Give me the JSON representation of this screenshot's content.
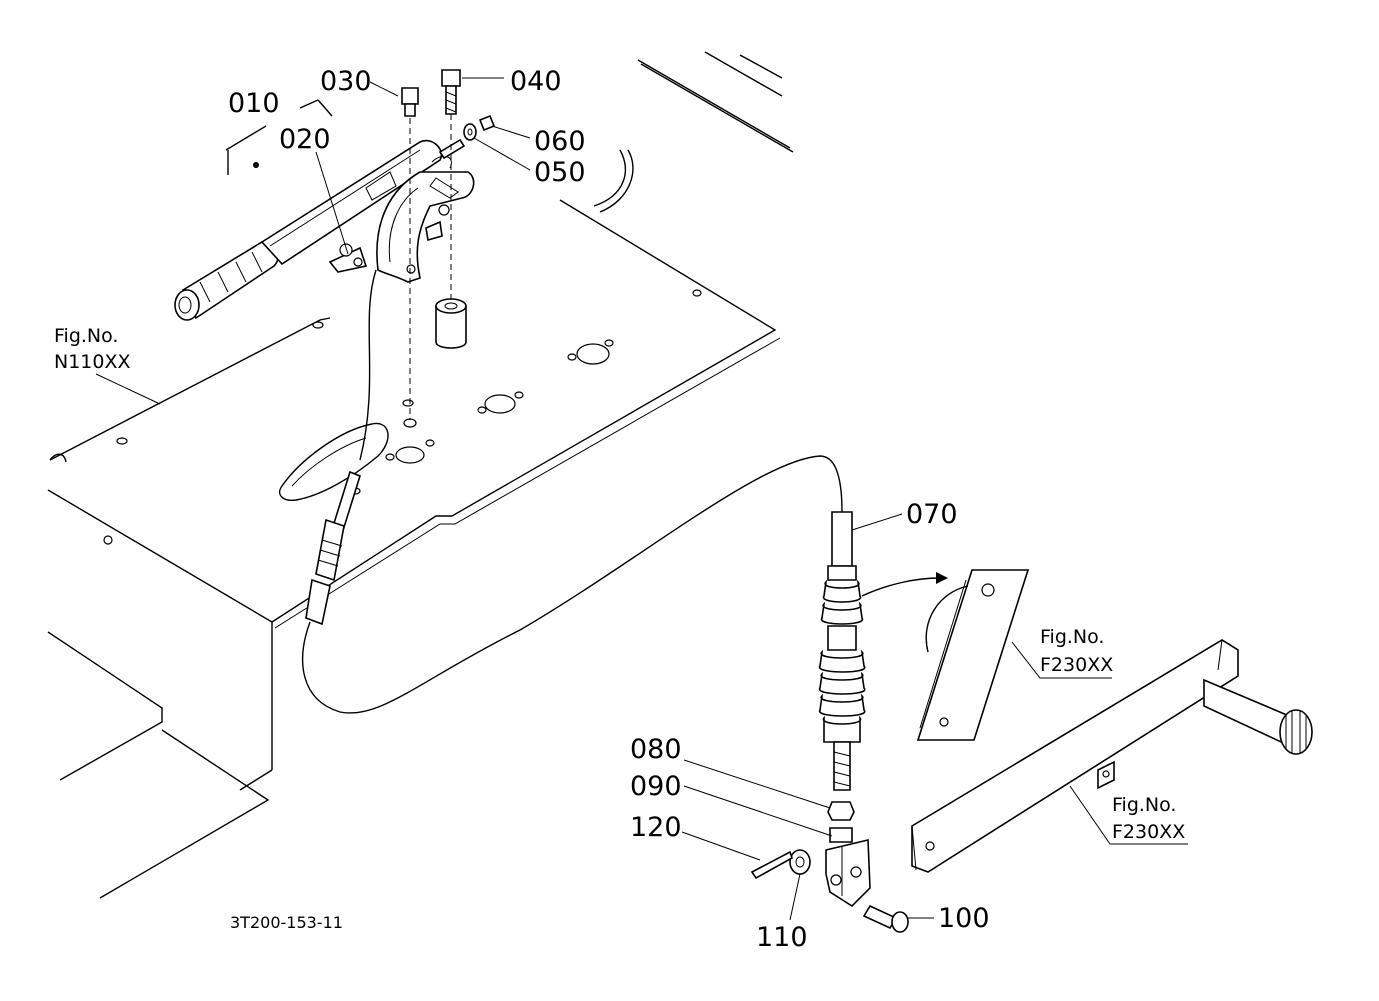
{
  "labels": {
    "p010": "010",
    "p020": "020",
    "p030": "030",
    "p040": "040",
    "p050": "050",
    "p060": "060",
    "p070": "070",
    "p080": "080",
    "p090": "090",
    "p100": "100",
    "p110": "110",
    "p120": "120"
  },
  "figure_refs": {
    "top_left": {
      "line1": "Fig.No.",
      "line2": "N110XX"
    },
    "pedal": {
      "line1": "Fig.No.",
      "line2": "F230XX"
    },
    "shaft": {
      "line1": "Fig.No.",
      "line2": "F230XX"
    }
  },
  "drawing_code": "3T200-153-11"
}
